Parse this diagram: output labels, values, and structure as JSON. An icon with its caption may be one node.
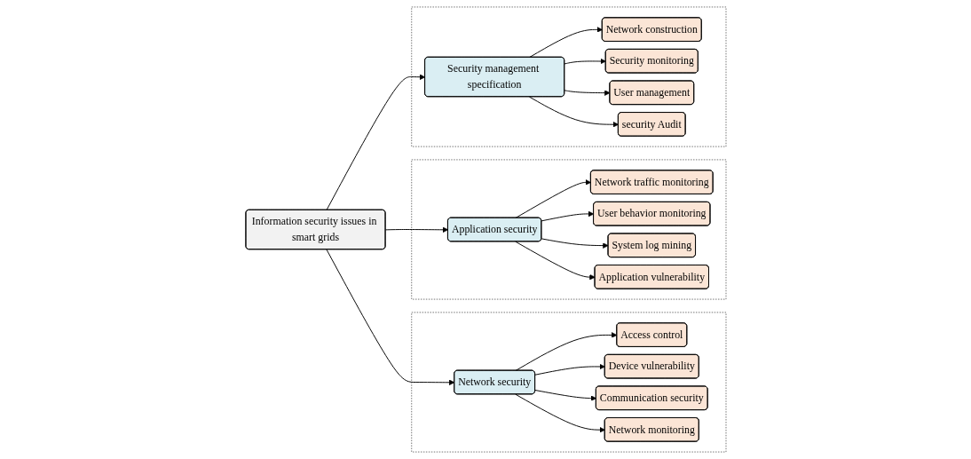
{
  "diagram": {
    "nodes": [
      {
        "text": [
          "Information security issues in smart grids"
        ]
      },
      {
        "text": [],
        "shape": "box"
      },
      {
        "text": [
          "Network security"
        ],
        "in": 1
      },
      {
        "text": [
          "Access control"
        ],
        "in": 1
      },
      {
        "text": [
          "Device vulnerability"
        ],
        "in": 1
      },
      {
        "text": [
          "Communication security"
        ],
        "in": 1
      },
      {
        "text": [
          "Network monitoring"
        ],
        "in": 1
      },
      {
        "text": [],
        "shape": "box"
      },
      {
        "text": [
          "Application security"
        ],
        "in": 7
      },
      {
        "text": [
          "Network traffic monitoring"
        ],
        "in": 7
      },
      {
        "text": [
          "User behavior monitoring"
        ],
        "in": 7
      },
      {
        "text": [
          "System log mining"
        ],
        "in": 7
      },
      {
        "text": [
          "Application vulnerability"
        ],
        "in": 7
      },
      {
        "text": [],
        "shape": "box"
      },
      {
        "text": [
          "Security management specification"
        ],
        "in": 13
      },
      {
        "text": [
          "Network construction"
        ],
        "in": 13
      },
      {
        "text": [
          "Security monitoring"
        ],
        "in": 13
      },
      {
        "text": [
          "User management"
        ],
        "in": 13
      },
      {
        "text": [
          "security Audit"
        ],
        "in": 13
      }
    ],
    "edges": [
      {
        "from": 0,
        "to": 2,
        "arrow": "to"
      },
      {
        "from": 0,
        "to": 8,
        "arrow": "to"
      },
      {
        "from": 0,
        "to": 14,
        "arrow": "to"
      },
      {
        "from": 2,
        "to": 3,
        "arrow": "to"
      },
      {
        "from": 2,
        "to": 4,
        "arrow": "to"
      },
      {
        "from": 2,
        "to": 5,
        "arrow": "to"
      },
      {
        "from": 2,
        "to": 6,
        "arrow": "to"
      },
      {
        "from": 8,
        "to": 9,
        "arrow": "to"
      },
      {
        "from": 8,
        "to": 10,
        "arrow": "to"
      },
      {
        "from": 8,
        "to": 11,
        "arrow": "to"
      },
      {
        "from": 8,
        "to": 12,
        "arrow": "to"
      },
      {
        "from": 14,
        "to": 15,
        "arrow": "to"
      },
      {
        "from": 14,
        "to": 16,
        "arrow": "to"
      },
      {
        "from": 14,
        "to": 17,
        "arrow": "to"
      },
      {
        "from": 14,
        "to": 18,
        "arrow": "to"
      }
    ]
  }
}
